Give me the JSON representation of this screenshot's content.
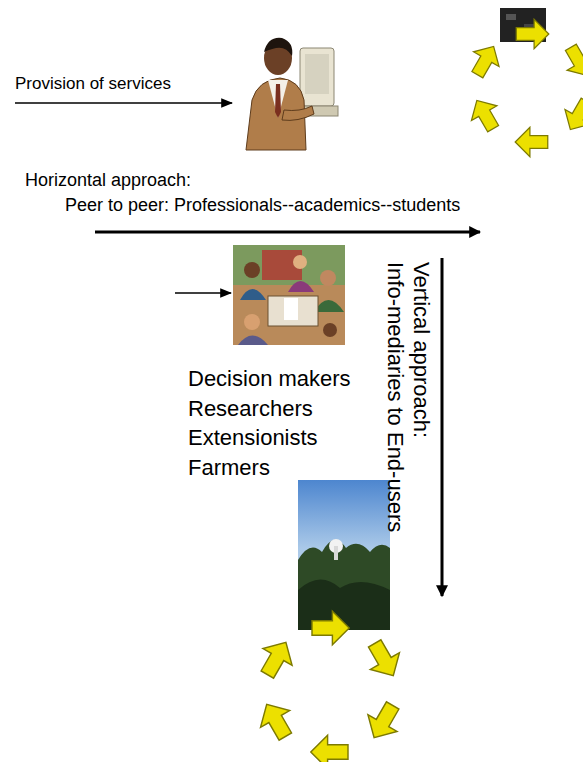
{
  "diagram": {
    "labels": [
      "Provision of services",
      "Horizontal approach:",
      "Peer to peer: Professionals--academics--students",
      "Decision makers",
      "Researchers",
      "Extensionists",
      "Farmers",
      "Vertical approach:",
      "Info-mediaries to End-users"
    ]
  }
}
